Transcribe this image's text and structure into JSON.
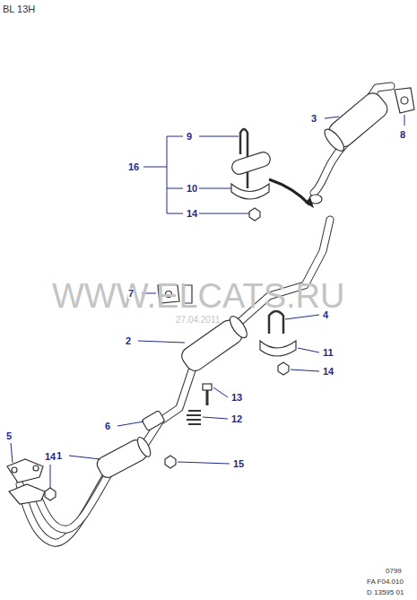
{
  "diagram": {
    "labels": [
      "BL 13H",
      "WWW.ELCATS.RU",
      "27.04.2011",
      "9",
      "16",
      "10",
      "14",
      "3",
      "8",
      "7",
      "4",
      "2",
      "11",
      "14",
      "13",
      "6",
      "12",
      "5",
      "14",
      "1",
      "15",
      "0799",
      "FA F04.010",
      "D 13595 01"
    ]
  }
}
